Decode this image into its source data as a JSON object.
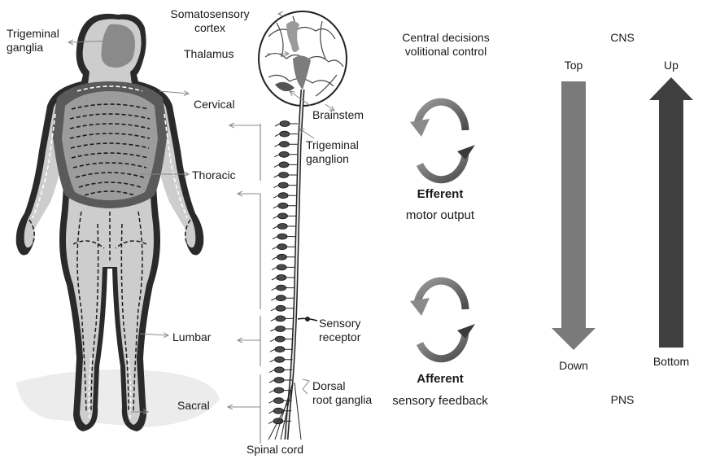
{
  "body_labels": {
    "trigeminal_ganglia": [
      "Trigeminal",
      "ganglia"
    ],
    "somatosensory_cortex": [
      "Somatosensory",
      "cortex"
    ],
    "thalamus": "Thalamus",
    "cervical": "Cervical",
    "brainstem": "Brainstem",
    "trigeminal_ganglion": [
      "Trigeminal",
      "ganglion"
    ],
    "thoracic": "Thoracic",
    "lumbar": "Lumbar",
    "sensory_receptor": [
      "Sensory",
      "receptor"
    ],
    "dorsal_root_ganglia": [
      "Dorsal",
      "root ganglia"
    ],
    "sacral": "Sacral",
    "spinal_cord": "Spinal cord"
  },
  "central": {
    "line1": "Central decisions",
    "line2": "volitional control"
  },
  "efferent": {
    "title": "Efferent",
    "subtitle": "motor output"
  },
  "afferent": {
    "title": "Afferent",
    "subtitle": "sensory feedback"
  },
  "axis": {
    "cns": "CNS",
    "pns": "PNS",
    "top": "Top",
    "down": "Down",
    "up": "Up",
    "bottom": "Bottom"
  },
  "colors": {
    "down_arrow": "#7a7a7a",
    "up_arrow": "#3f3f3f",
    "body_fill": "#c9c9c9",
    "body_dark": "#4a4a4a",
    "label_arrow": "#888888"
  }
}
